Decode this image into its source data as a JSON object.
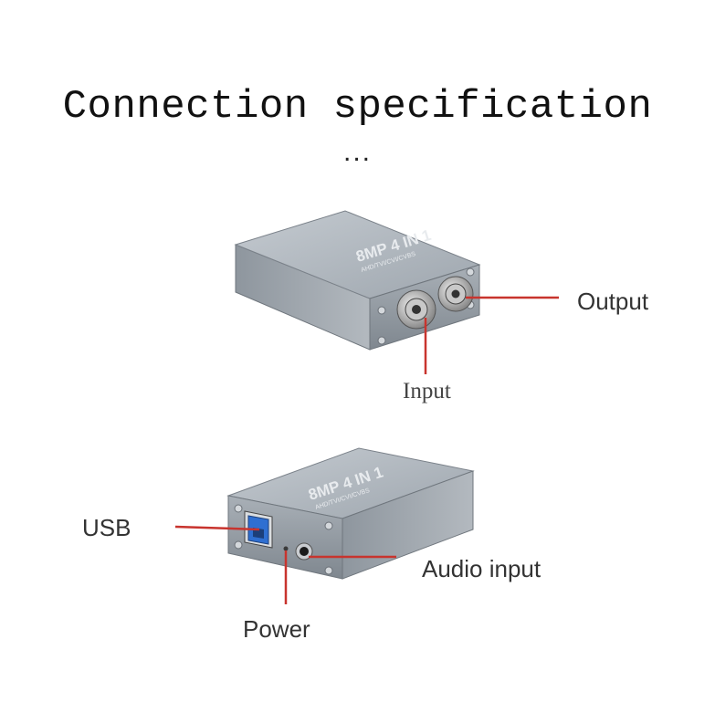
{
  "header": {
    "title": "Connection specification",
    "ellipsis": "..."
  },
  "device": {
    "model": "8MP 4 IN 1",
    "formats": "AHD/TVI/CVI/CVBS"
  },
  "labels": {
    "output": "Output",
    "input": "Input",
    "usb": "USB",
    "audio_input": "Audio input",
    "power": "Power"
  },
  "colors": {
    "pointer_line": "#c8342e",
    "device_body": "#9aa3ab",
    "usb_port": "#2f6fd1"
  }
}
